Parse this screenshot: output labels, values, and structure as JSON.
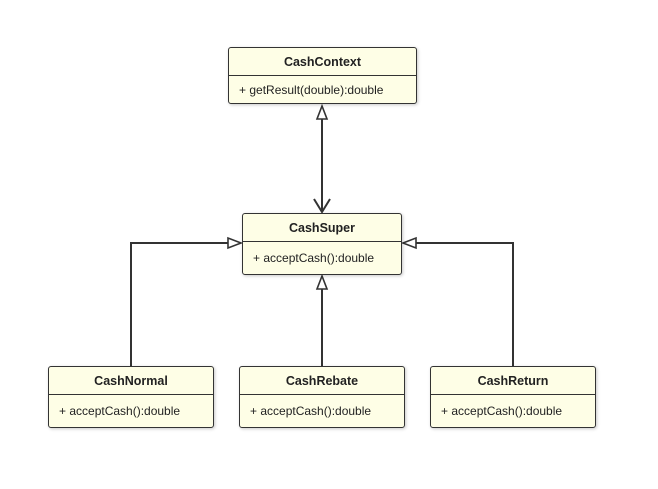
{
  "colors": {
    "box_fill": "#fefee6",
    "stroke": "#333333",
    "text": "#222222"
  },
  "classes": {
    "cash_context": {
      "name": "CashContext",
      "operations": [
        "+ getResult(double):double"
      ]
    },
    "cash_super": {
      "name": "CashSuper",
      "operations": [
        "+ acceptCash():double"
      ]
    },
    "cash_normal": {
      "name": "CashNormal",
      "operations": [
        "+ acceptCash():double"
      ]
    },
    "cash_rebate": {
      "name": "CashRebate",
      "operations": [
        "+ acceptCash():double"
      ]
    },
    "cash_return": {
      "name": "CashReturn",
      "operations": [
        "+ acceptCash():double"
      ]
    }
  }
}
